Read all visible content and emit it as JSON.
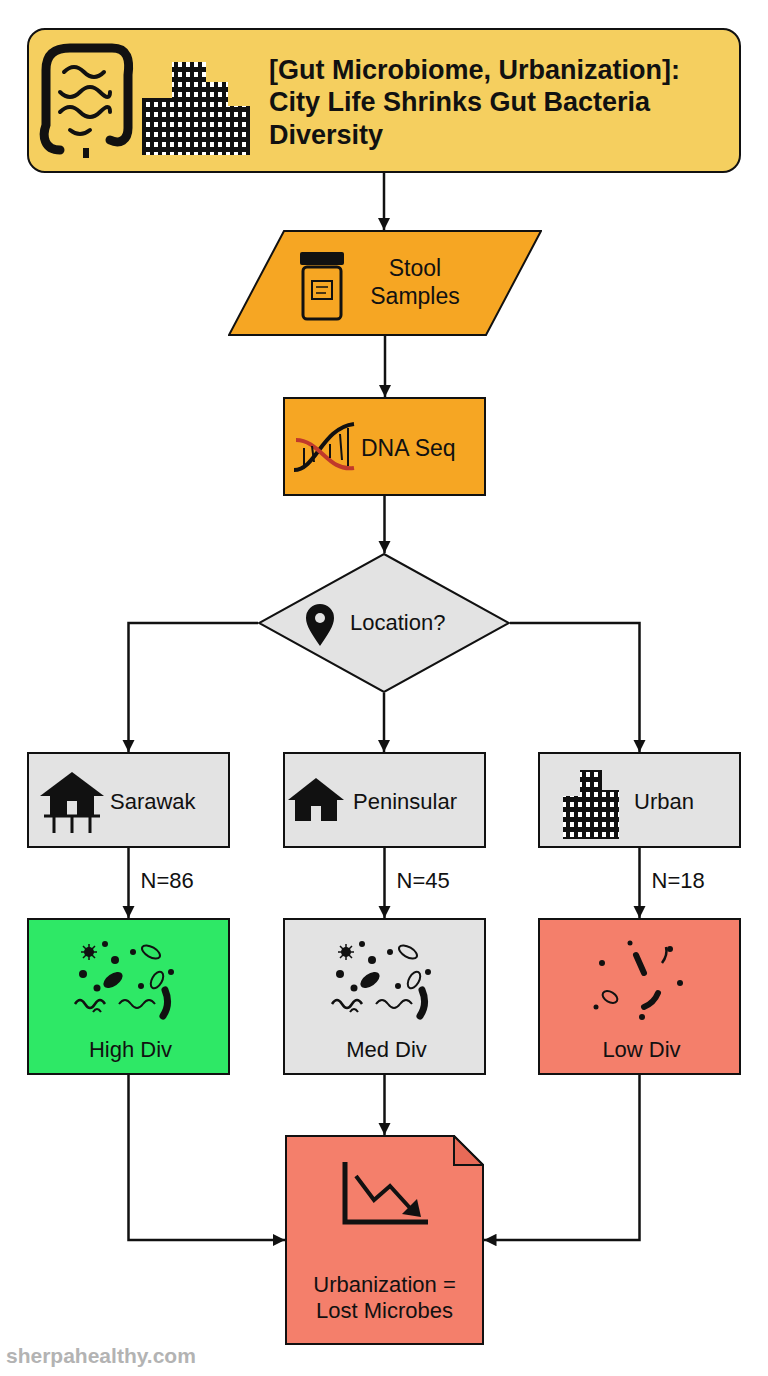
{
  "diagram": {
    "nodes": [
      {
        "text": [
          "[Gut Microbiome, Urbanization]: City Life Shrinks Gut Bacteria Diversity"
        ]
      },
      {
        "text": [
          "Stool Samples"
        ]
      },
      {
        "text": [
          "DNA Seq"
        ]
      },
      {
        "text": [
          "Location?"
        ]
      },
      {
        "text": [
          "Sarawak"
        ]
      },
      {
        "text": [
          "Peninsular"
        ]
      },
      {
        "text": [
          "Urban"
        ]
      },
      {
        "text": [
          "High Div"
        ]
      },
      {
        "text": [
          "Med Div"
        ]
      },
      {
        "text": [
          "Low Div"
        ]
      },
      {
        "text": [
          "Urbanization = Lost Microbes"
        ]
      }
    ],
    "edges": [
      {
        "from": 0,
        "to": 1,
        "arrow": "to"
      },
      {
        "from": 1,
        "to": 2,
        "arrow": "to"
      },
      {
        "from": 2,
        "to": 3,
        "arrow": "to"
      },
      {
        "from": 3,
        "to": 4,
        "arrow": "to"
      },
      {
        "from": 3,
        "to": 5,
        "arrow": "to"
      },
      {
        "from": 3,
        "to": 6,
        "arrow": "to"
      },
      {
        "from": 4,
        "to": 7,
        "label": "N=86",
        "arrow": "to"
      },
      {
        "from": 5,
        "to": 8,
        "label": "N=45",
        "arrow": "to"
      },
      {
        "from": 6,
        "to": 9,
        "label": "N=18",
        "arrow": "to"
      },
      {
        "from": 7,
        "to": 10,
        "arrow": "to"
      },
      {
        "from": 8,
        "to": 10,
        "arrow": "to"
      },
      {
        "from": 9,
        "to": 10,
        "arrow": "to"
      }
    ],
    "labels": [
      "sherpahealthy.com"
    ]
  }
}
